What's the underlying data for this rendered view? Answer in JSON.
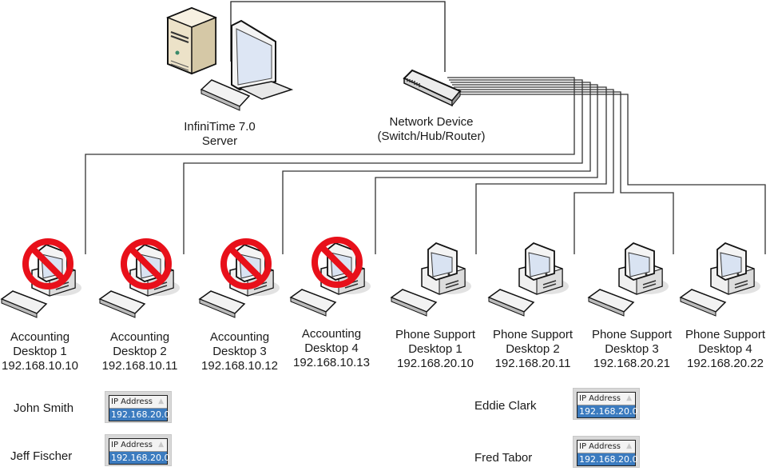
{
  "diagram": {
    "type": "network topology",
    "server": {
      "label_line1": "InfiniTime 7.0",
      "label_line2": "Server",
      "icon": "server-tower-with-monitor-icon"
    },
    "network_device": {
      "label_line1": "Network Device",
      "label_line2": "(Switch/Hub/Router)",
      "icon": "network-switch-icon"
    },
    "desktops": [
      {
        "line1": "Accounting",
        "line2": "Desktop 1",
        "ip": "192.168.10.10",
        "blocked": true
      },
      {
        "line1": "Accounting",
        "line2": "Desktop 2",
        "ip": "192.168.10.11",
        "blocked": true
      },
      {
        "line1": "Accounting",
        "line2": "Desktop 3",
        "ip": "192.168.10.12",
        "blocked": true
      },
      {
        "line1": "Accounting",
        "line2": "Desktop 4",
        "ip": "192.168.10.13",
        "blocked": true
      },
      {
        "line1": "Phone Support",
        "line2": "Desktop 1",
        "ip": "192.168.20.10",
        "blocked": false
      },
      {
        "line1": "Phone Support",
        "line2": "Desktop 2",
        "ip": "192.168.20.11",
        "blocked": false
      },
      {
        "line1": "Phone Support",
        "line2": "Desktop 3",
        "ip": "192.168.20.21",
        "blocked": false
      },
      {
        "line1": "Phone Support",
        "line2": "Desktop 4",
        "ip": "192.168.20.22",
        "blocked": false
      }
    ],
    "users": [
      {
        "name": "John Smith",
        "ip_header": "IP Address",
        "ip_value": "192.168.20.0"
      },
      {
        "name": "Jeff Fischer",
        "ip_header": "IP Address",
        "ip_value": "192.168.20.0"
      },
      {
        "name": "Eddie Clark",
        "ip_header": "IP Address",
        "ip_value": "192.168.20.0"
      },
      {
        "name": "Fred Tabor",
        "ip_header": "IP Address",
        "ip_value": "192.168.20.0"
      }
    ],
    "colors": {
      "wire": "#222222",
      "blocked_symbol": "#e8101a",
      "ip_selected_bg": "#3b7bbf"
    }
  }
}
